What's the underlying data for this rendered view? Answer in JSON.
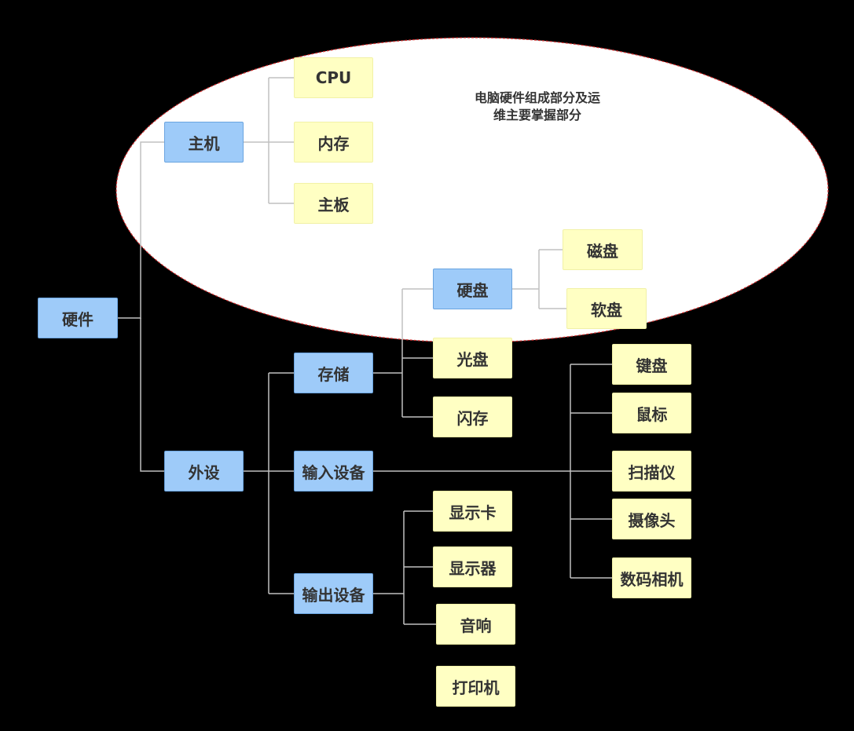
{
  "diagram": {
    "note_lines": [
      "电脑硬件组成部分及运",
      "维主要掌握部分"
    ],
    "colors": {
      "background": "#000000",
      "blue_node": "#9ecbf9",
      "yellow_node": "#ffffc3",
      "connector": "#c0c0c0",
      "highlight_ellipse_border": "#d23030",
      "highlight_ellipse_fill": "#ffffff"
    },
    "nodes": {
      "root": "硬件",
      "host": "主机",
      "cpu": "CPU",
      "memory": "内存",
      "motherboard": "主板",
      "peripheral": "外设",
      "storage": "存储",
      "input": "输入设备",
      "output": "输出设备",
      "hdd": "硬盘",
      "disk": "磁盘",
      "floppy": "软盘",
      "optical": "光盘",
      "flash": "闪存",
      "keyboard": "键盘",
      "mouse": "鼠标",
      "scanner": "扫描仪",
      "camera": "摄像头",
      "digital_camera": "数码相机",
      "gpu": "显示卡",
      "monitor": "显示器",
      "speaker": "音响",
      "printer": "打印机"
    }
  }
}
